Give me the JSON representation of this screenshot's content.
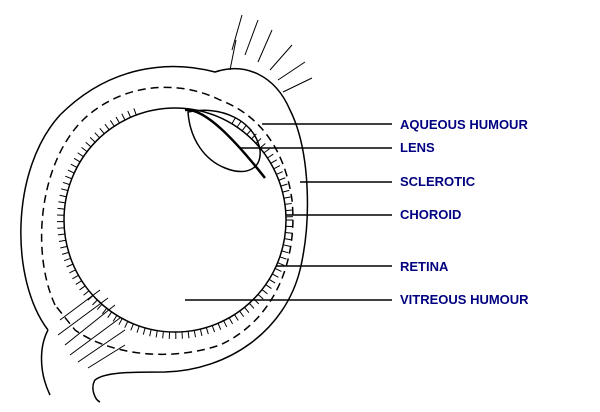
{
  "diagram": {
    "label_color": "#000080",
    "labels": {
      "aqueous_humour": "AQUEOUS HUMOUR",
      "lens": "LENS",
      "sclerotic": "SCLEROTIC",
      "choroid": "CHOROID",
      "retina": "RETINA",
      "vitreous_humour": "VITREOUS HUMOUR"
    }
  }
}
